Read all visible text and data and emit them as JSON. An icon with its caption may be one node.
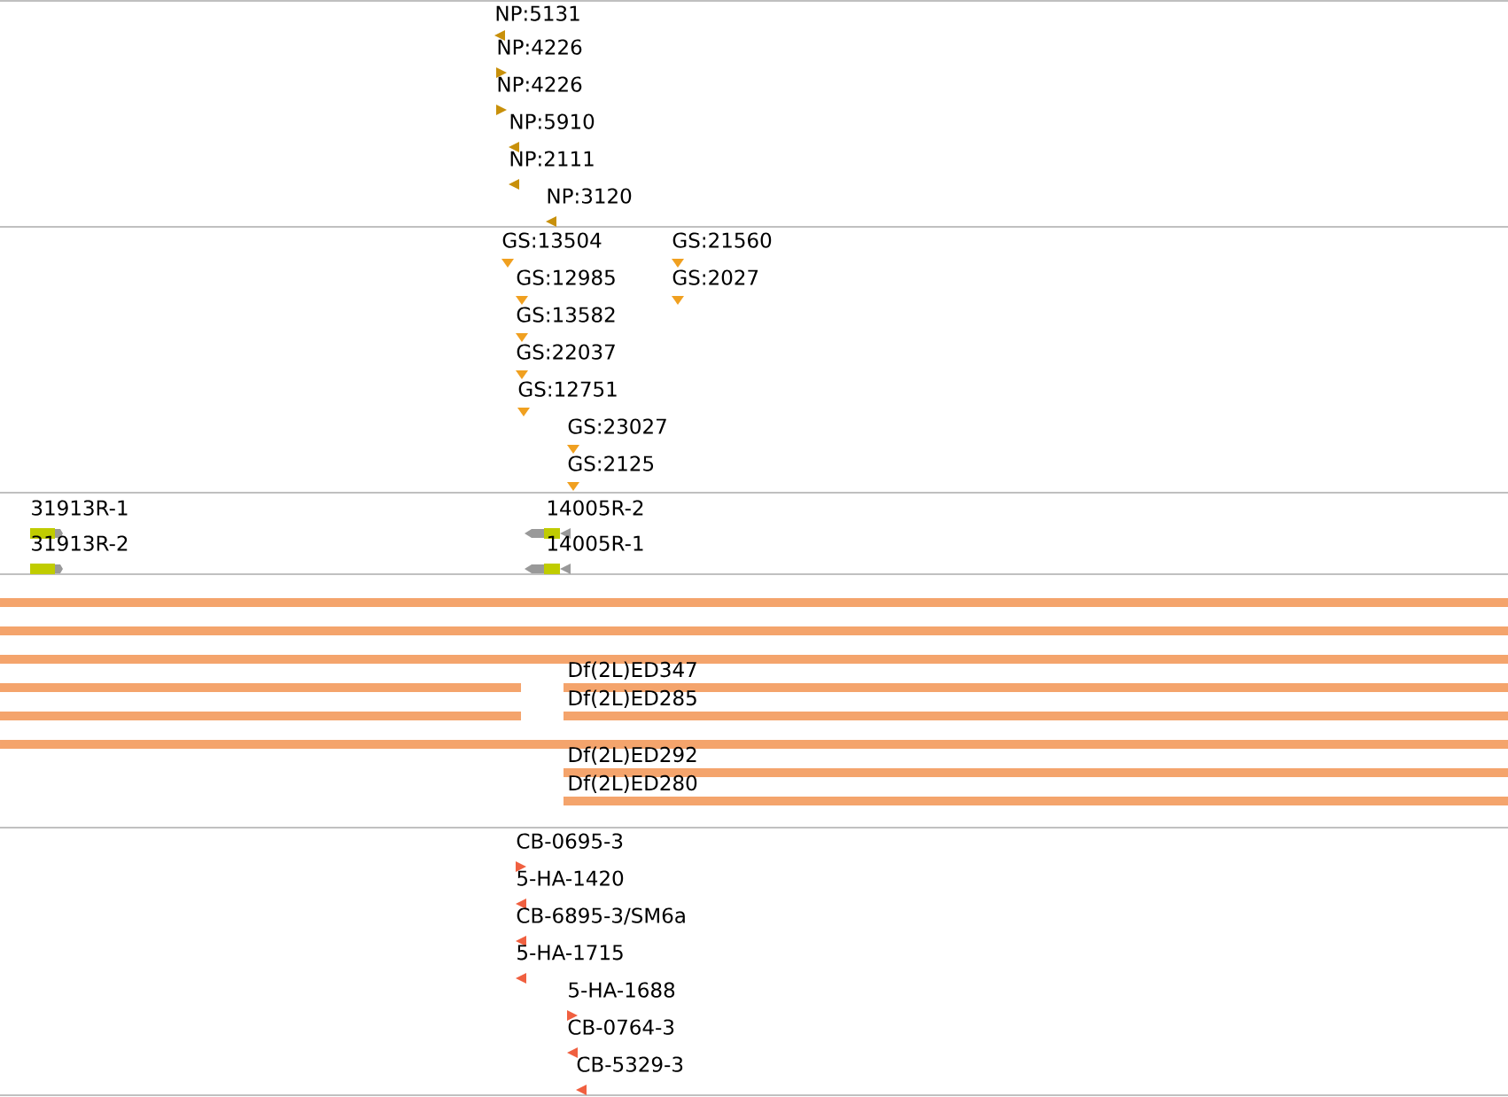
{
  "diagram": {
    "labels": [
      "NP:5131",
      "NP:4226",
      "NP:4226",
      "NP:5910",
      "NP:2111",
      "NP:3120",
      "GS:13504",
      "GS:21560",
      "GS:12985",
      "GS:2027",
      "GS:13582",
      "GS:22037",
      "GS:12751",
      "GS:23027",
      "GS:2125",
      "31913R-1",
      "14005R-2",
      "31913R-2",
      "14005R-1",
      "Df(2L)ED347",
      "Df(2L)ED285",
      "Df(2L)ED292",
      "Df(2L)ED280",
      "CB-0695-3",
      "5-HA-1420",
      "CB-6895-3/SM6a",
      "5-HA-1715",
      "5-HA-1688",
      "CB-0764-3",
      "CB-5329-3"
    ]
  }
}
